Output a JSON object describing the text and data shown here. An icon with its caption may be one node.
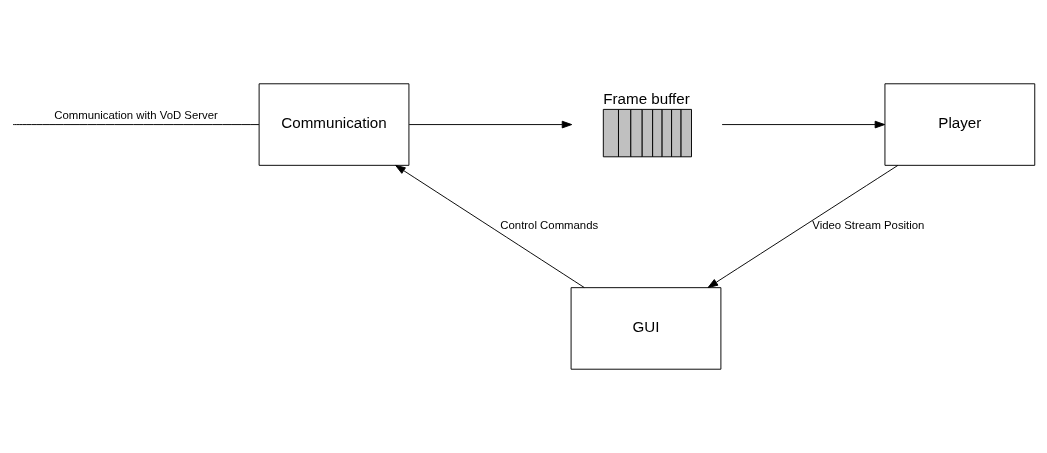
{
  "diagram": {
    "nodes": [
      {
        "text": [
          "Communication"
        ]
      },
      {
        "text": [
          "Frame buffer"
        ]
      },
      {
        "text": [
          "Player"
        ]
      },
      {
        "text": [
          "GUI"
        ]
      }
    ],
    "edges": [
      {
        "from": null,
        "to": 0,
        "arrow": "none",
        "label": "Communication with VoD Server"
      },
      {
        "from": 0,
        "to": 1,
        "arrow": "to"
      },
      {
        "from": 1,
        "to": 2,
        "arrow": "to"
      },
      {
        "from": 3,
        "to": 0,
        "arrow": "to",
        "label": "Control Commands"
      },
      {
        "from": 2,
        "to": 3,
        "arrow": "to",
        "label": "Video Stream Position"
      }
    ]
  }
}
